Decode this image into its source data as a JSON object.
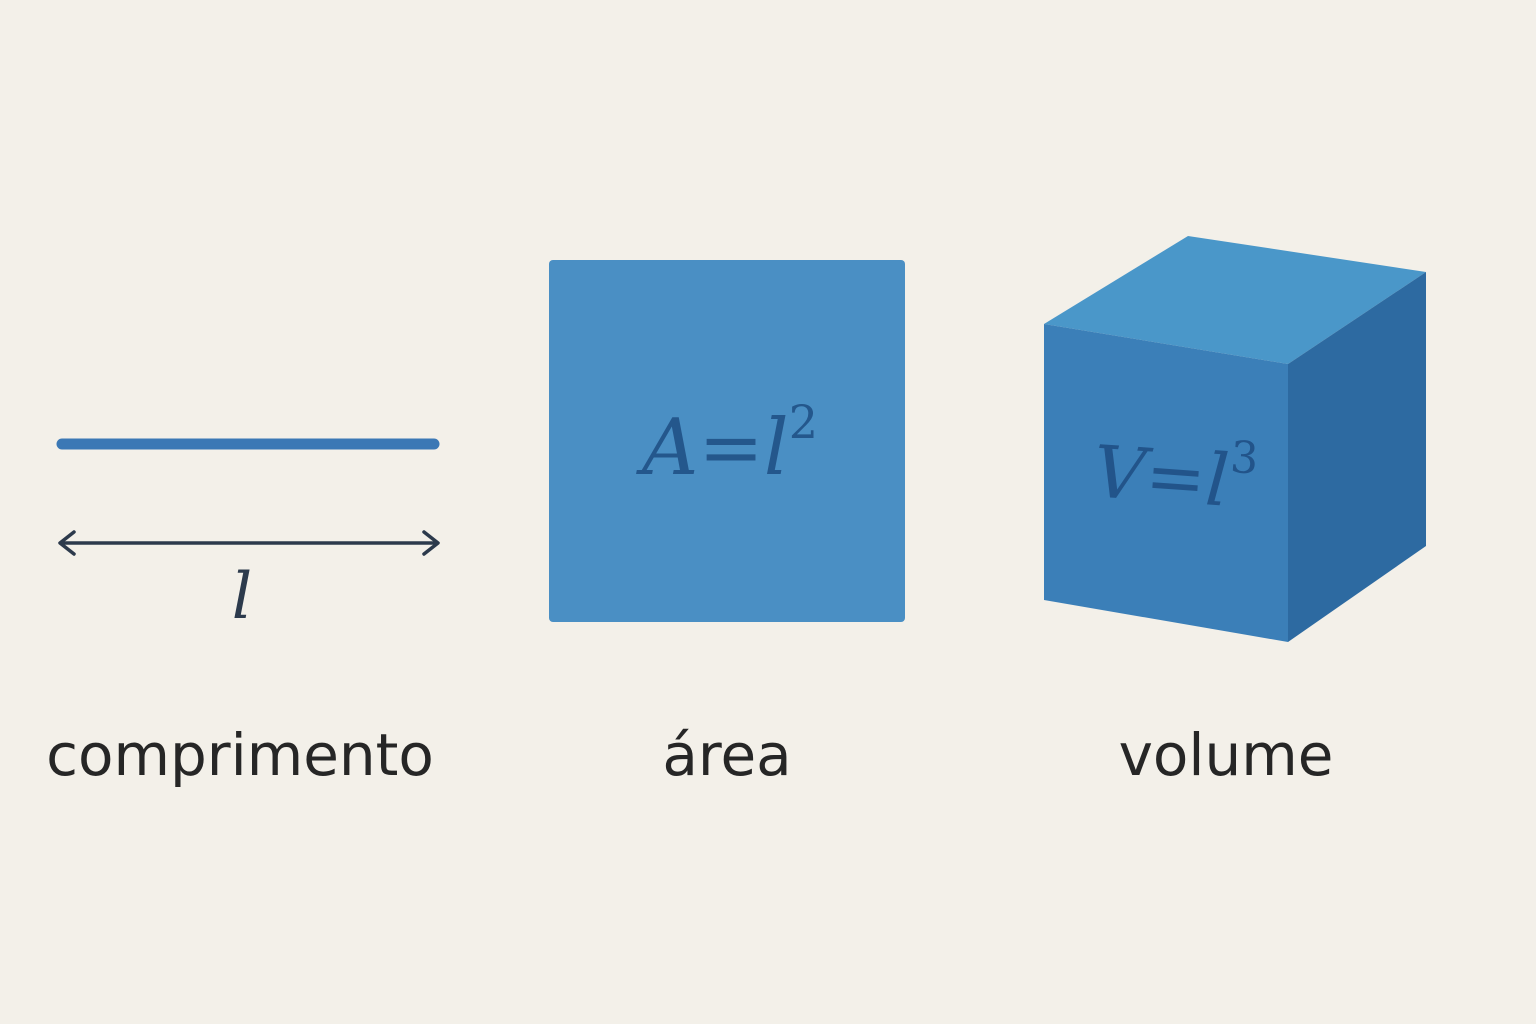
{
  "colors": {
    "background": "#f3f0e9",
    "line": "#3b78b5",
    "arrow": "#2c3a4c",
    "square": "#4a8fc4",
    "square_text": "#24578c",
    "cube_front": "#3b7fb8",
    "cube_top": "#4a97c9",
    "cube_side": "#2d6aa1",
    "cube_text": "#22548a",
    "caption": "#262626"
  },
  "length_panel": {
    "variable": "l",
    "caption": "comprimento"
  },
  "area_panel": {
    "formula_lhs": "A",
    "formula_eq": "=",
    "formula_var": "l",
    "formula_exp": "2",
    "caption": "área"
  },
  "volume_panel": {
    "formula_lhs": "V",
    "formula_eq": "=",
    "formula_var": "l",
    "formula_exp": "3",
    "caption": "volume"
  }
}
